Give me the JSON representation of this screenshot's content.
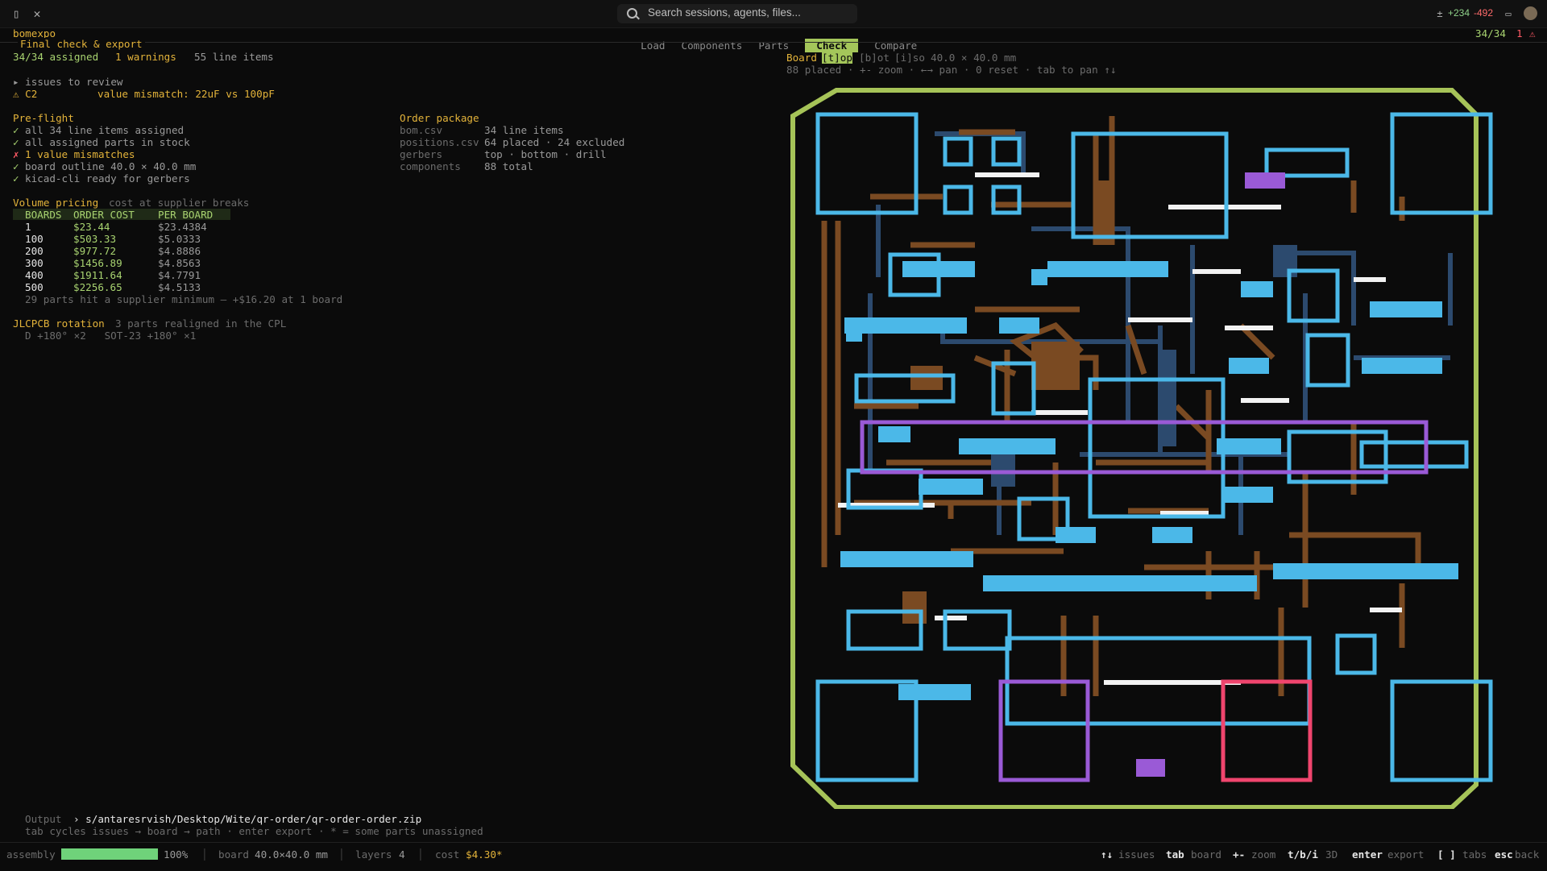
{
  "topbar": {
    "search_placeholder": "Search sessions, agents, files...",
    "diff_add": "+234",
    "diff_del": "-492"
  },
  "app": {
    "name": "bomexpo",
    "section": "Final check & export",
    "assigned": "34/34 assigned",
    "warnings": "1 warnings",
    "line_items": "55 line items",
    "progress": "34/34",
    "alert_count": "1"
  },
  "tabs": [
    {
      "label": "Load"
    },
    {
      "label": "Components"
    },
    {
      "label": "Parts"
    },
    {
      "label": "Check",
      "active": true
    },
    {
      "label": "Compare"
    }
  ],
  "issues": {
    "header": "▸ issues to review",
    "items": [
      {
        "ref": "⚠ C2",
        "msg": "value mismatch: 22uF vs 100pF"
      }
    ]
  },
  "preflight": {
    "title": "Pre-flight",
    "items": [
      {
        "mark": "✓",
        "text": "all 34 line items assigned",
        "status": "ok"
      },
      {
        "mark": "✓",
        "text": "all assigned parts in stock",
        "status": "ok"
      },
      {
        "mark": "✗",
        "text": "1 value mismatches",
        "status": "bad"
      },
      {
        "mark": "✓",
        "text": "board outline 40.0 × 40.0 mm",
        "status": "ok"
      },
      {
        "mark": "✓",
        "text": "kicad-cli ready for gerbers",
        "status": "ok"
      }
    ]
  },
  "order": {
    "title": "Order package",
    "rows": [
      {
        "k": "bom.csv",
        "v": "34 line items"
      },
      {
        "k": "positions.csv",
        "v": "64 placed · 24 excluded"
      },
      {
        "k": "gerbers",
        "v": "top · bottom · drill"
      },
      {
        "k": "components",
        "v": "88 total"
      }
    ]
  },
  "pricing": {
    "title": "Volume pricing",
    "subtitle": "cost at supplier breaks",
    "headers": [
      "BOARDS",
      "ORDER COST",
      "PER BOARD"
    ],
    "rows": [
      [
        "1",
        "$23.44",
        "$23.4384"
      ],
      [
        "100",
        "$503.33",
        "$5.0333"
      ],
      [
        "200",
        "$977.72",
        "$4.8886"
      ],
      [
        "300",
        "$1456.89",
        "$4.8563"
      ],
      [
        "400",
        "$1911.64",
        "$4.7791"
      ],
      [
        "500",
        "$2256.65",
        "$4.5133"
      ]
    ],
    "note": "29 parts hit a supplier minimum — +$16.20 at 1 board"
  },
  "rotation": {
    "title": "JLCPCB rotation",
    "subtitle": "3 parts realigned in the CPL",
    "detail": "D +180° ×2   SOT-23 +180° ×1"
  },
  "board": {
    "label": "Board",
    "layer_top": "[t]op",
    "layer_bot": "[b]ot",
    "layer_iso": "[i]so",
    "size": "40.0 × 40.0 mm",
    "hint": "88 placed · +- zoom · ←→ pan · 0 reset · tab to pan ↑↓"
  },
  "output": {
    "label": "Output",
    "path": "› s/antaresrvish/Desktop/Wite/qr-order/qr-order-order.zip",
    "hint": "tab cycles issues → board → path · enter export · * = some parts unassigned"
  },
  "status": {
    "assembly_label": "assembly",
    "assembly_pct": "100%",
    "assembly_fraction": 1.0,
    "board_label": "board",
    "board_val": "40.0×40.0 mm",
    "layers_label": "layers",
    "layers_val": "4",
    "cost_label": "cost",
    "cost_val": "$4.30*",
    "keys": [
      {
        "k": "↑↓",
        "d": "issues"
      },
      {
        "k": "tab",
        "d": "board"
      },
      {
        "k": "+-",
        "d": "zoom"
      },
      {
        "k": "t/b/i",
        "d": "3D"
      },
      {
        "k": "enter",
        "d": "export"
      },
      {
        "k": "[ ]",
        "d": "tabs"
      },
      {
        "k": "esc",
        "d": "back"
      }
    ]
  },
  "colors": {
    "accent": "#a4c65a",
    "ok": "#a8d370",
    "warn": "#e3b33a",
    "bad": "#ff5a66",
    "pad": "#4bb8e8",
    "copper": "#7a4a22",
    "inner": "#2c4a6e",
    "outline": "#a6c358",
    "select": "#9a5ad6",
    "highlight": "#f0456e"
  }
}
